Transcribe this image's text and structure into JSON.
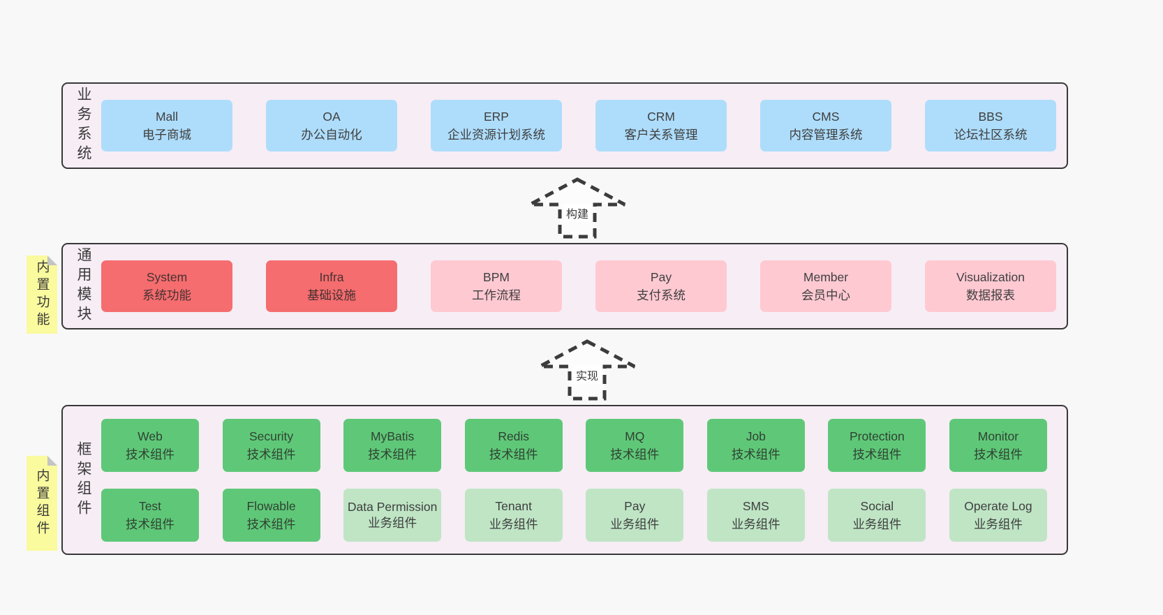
{
  "palette": {
    "page_bg": "#f8f8f8",
    "layer_bg": "#f7edf5",
    "border": "#383838",
    "blue": "#aeddfb",
    "red": "#f56d6f",
    "pink": "#ffc9d2",
    "green": "#5fc878",
    "light_green": "#bfe5c5",
    "sticky_yellow": "#fafa9e"
  },
  "arrows": [
    {
      "label": "构建"
    },
    {
      "label": "实现"
    }
  ],
  "layers": [
    {
      "id": "business",
      "label": "业务系统",
      "boxes": [
        {
          "en": "Mall",
          "zh": "电子商城"
        },
        {
          "en": "OA",
          "zh": "办公自动化"
        },
        {
          "en": "ERP",
          "zh": "企业资源计划系统"
        },
        {
          "en": "CRM",
          "zh": "客户关系管理"
        },
        {
          "en": "CMS",
          "zh": "内容管理系统"
        },
        {
          "en": "BBS",
          "zh": "论坛社区系统"
        }
      ]
    },
    {
      "id": "modules",
      "label": "通用模块",
      "sticky": "内置功能",
      "boxes": [
        {
          "en": "System",
          "zh": "系统功能"
        },
        {
          "en": "Infra",
          "zh": "基础设施"
        },
        {
          "en": "BPM",
          "zh": "工作流程"
        },
        {
          "en": "Pay",
          "zh": "支付系统"
        },
        {
          "en": "Member",
          "zh": "会员中心"
        },
        {
          "en": "Visualization",
          "zh": "数据报表"
        }
      ]
    },
    {
      "id": "components",
      "label": "框架组件",
      "sticky": "内置组件",
      "row1": [
        {
          "en": "Web",
          "zh": "技术组件"
        },
        {
          "en": "Security",
          "zh": "技术组件"
        },
        {
          "en": "MyBatis",
          "zh": "技术组件"
        },
        {
          "en": "Redis",
          "zh": "技术组件"
        },
        {
          "en": "MQ",
          "zh": "技术组件"
        },
        {
          "en": "Job",
          "zh": "技术组件"
        },
        {
          "en": "Protection",
          "zh": "技术组件"
        },
        {
          "en": "Monitor",
          "zh": "技术组件"
        }
      ],
      "row2": [
        {
          "en": "Test",
          "zh": "技术组件"
        },
        {
          "en": "Flowable",
          "zh": "技术组件"
        },
        {
          "en": "Data Permission",
          "zh": "业务组件"
        },
        {
          "en": "Tenant",
          "zh": "业务组件"
        },
        {
          "en": "Pay",
          "zh": "业务组件"
        },
        {
          "en": "SMS",
          "zh": "业务组件"
        },
        {
          "en": "Social",
          "zh": "业务组件"
        },
        {
          "en": "Operate Log",
          "zh": "业务组件"
        }
      ]
    }
  ]
}
